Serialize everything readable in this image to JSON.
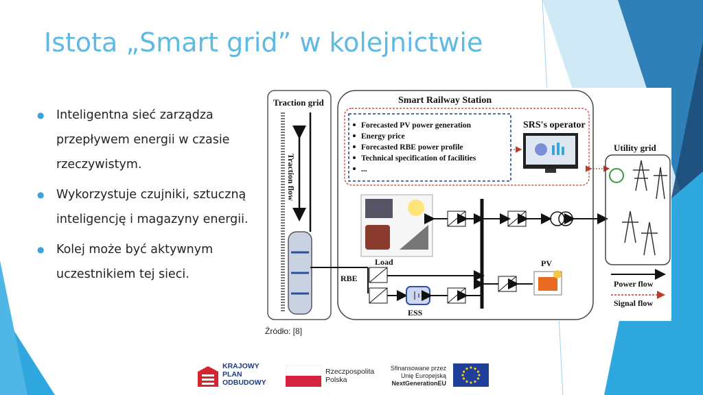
{
  "title": "Istota „Smart grid” w kolejnictwie",
  "bullets": [
    "Inteligentna sieć zarządza przepływem energii w czasie rzeczywistym.",
    "Wykorzystuje czujniki, sztuczną inteligencję i magazyny energii.",
    "Kolej może być aktywnym uczestnikiem tej sieci."
  ],
  "source": "Źródło: [8]",
  "diagram": {
    "traction_grid": "Traction grid",
    "traction_flow": "Traction flow",
    "station_title": "Smart Railway Station",
    "info_items": [
      "Forecasted PV power generation",
      "Energy price",
      "Forecasted RBE power profile",
      "Technical specification of facilities",
      "..."
    ],
    "operator": "SRS's operator",
    "utility_grid": "Utility grid",
    "load": "Load",
    "rbe": "RBE",
    "ess": "ESS",
    "pv": "PV",
    "power_flow": "Power flow",
    "signal_flow": "Signal flow"
  },
  "footer": {
    "kpo_line1": "KRAJOWY",
    "kpo_line2": "PLAN",
    "kpo_line3": "ODBUDOWY",
    "rp_line1": "Rzeczpospolita",
    "rp_line2": "Polska",
    "eu_line1": "Sfinansowane przez",
    "eu_line2": "Unię Europejską",
    "eu_line3": "NextGenerationEU"
  },
  "colors": {
    "accent": "#5fb9e3",
    "deco_dark": "#1f4e79",
    "deco_light": "#2fa8e0",
    "signal": "#c0392b"
  }
}
